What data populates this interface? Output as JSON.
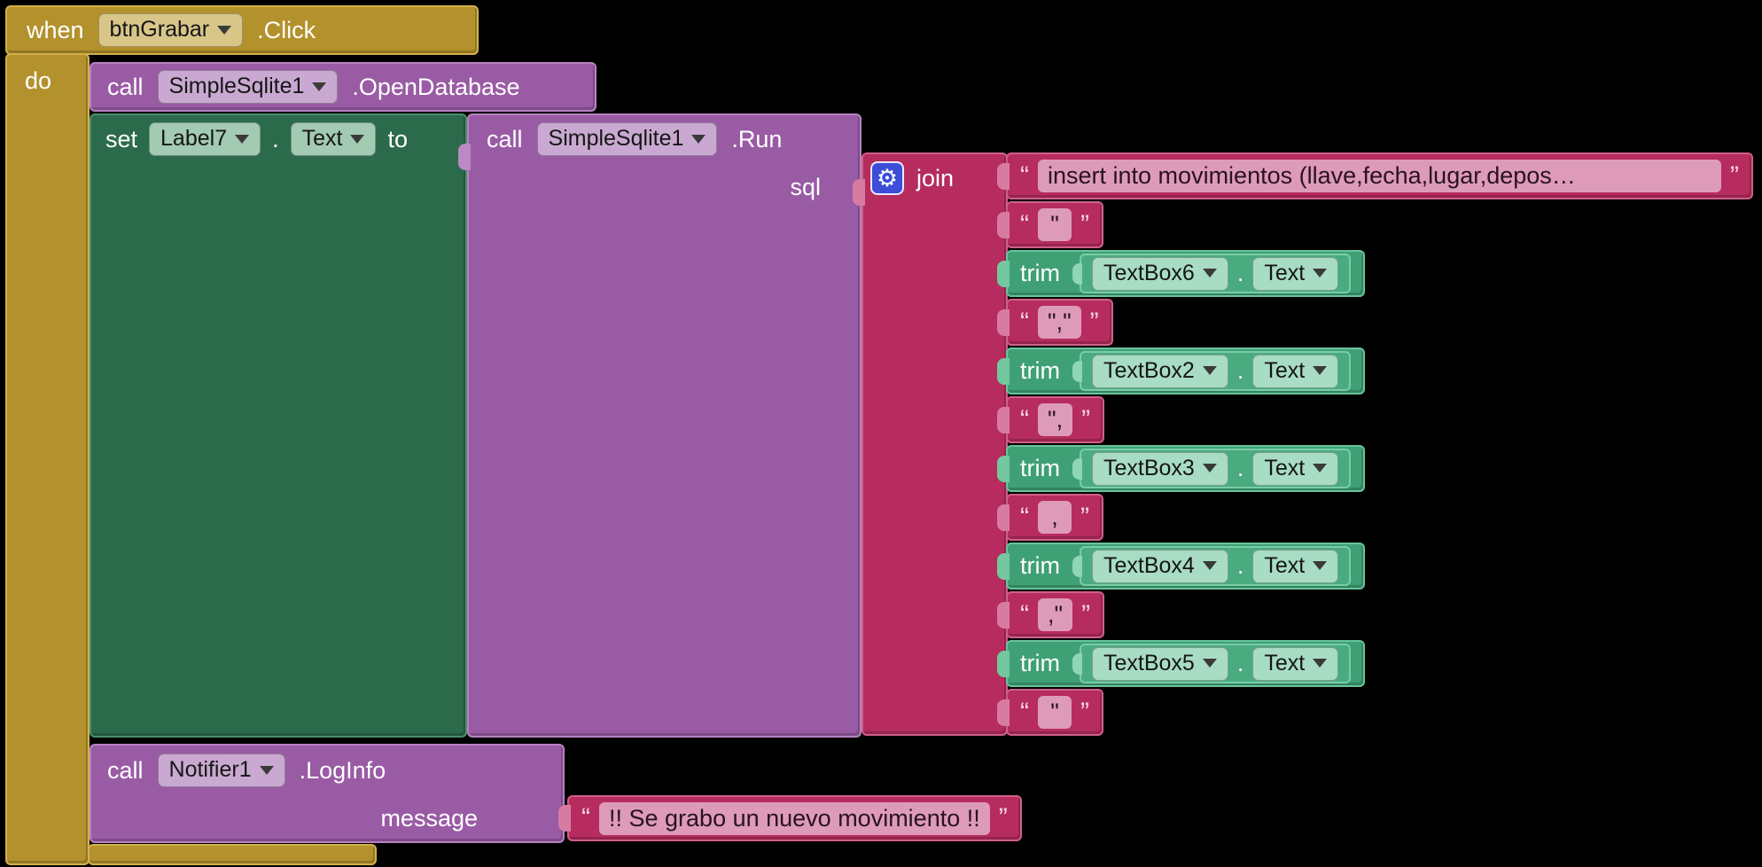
{
  "ui": {
    "quote_open": "“",
    "quote_close": "”",
    "gear_icon": "⚙"
  },
  "event": {
    "keyword": "when",
    "component": "btnGrabar",
    "event_suffix": ".Click",
    "do_label": "do"
  },
  "open_database": {
    "keyword": "call",
    "component": "SimpleSqlite1",
    "method_suffix": ".OpenDatabase"
  },
  "setter": {
    "keyword": "set",
    "component": "Label7",
    "dot": ".",
    "property": "Text",
    "to_label": "to"
  },
  "run": {
    "keyword": "call",
    "component": "SimpleSqlite1",
    "method_suffix": ".Run",
    "param_label": "sql"
  },
  "join": {
    "label": "join",
    "args": [
      {
        "kind": "text",
        "value": "insert into movimientos (llave,fecha,lugar,depos…"
      },
      {
        "kind": "text",
        "value": "\""
      },
      {
        "kind": "trim",
        "keyword": "trim",
        "component": "TextBox6",
        "dot": ".",
        "property": "Text"
      },
      {
        "kind": "text",
        "value": "\",\""
      },
      {
        "kind": "trim",
        "keyword": "trim",
        "component": "TextBox2",
        "dot": ".",
        "property": "Text"
      },
      {
        "kind": "text",
        "value": "\","
      },
      {
        "kind": "trim",
        "keyword": "trim",
        "component": "TextBox3",
        "dot": ".",
        "property": "Text"
      },
      {
        "kind": "text",
        "value": ","
      },
      {
        "kind": "trim",
        "keyword": "trim",
        "component": "TextBox4",
        "dot": ".",
        "property": "Text"
      },
      {
        "kind": "text",
        "value": ",\""
      },
      {
        "kind": "trim",
        "keyword": "trim",
        "component": "TextBox5",
        "dot": ".",
        "property": "Text"
      },
      {
        "kind": "text",
        "value": "\""
      }
    ]
  },
  "notifier": {
    "keyword": "call",
    "component": "Notifier1",
    "method_suffix": ".LogInfo",
    "param_label": "message",
    "message_value": "!! Se grabo un nuevo movimiento !!"
  },
  "colors": {
    "background": "#000000",
    "event_gold": "#b3912c",
    "method_purple": "#9a5ba5",
    "setter_green": "#2b6b4b",
    "text_crimson": "#b62c5e",
    "trim_teal": "#3fa076",
    "gear_blue": "#3c4ed8"
  }
}
